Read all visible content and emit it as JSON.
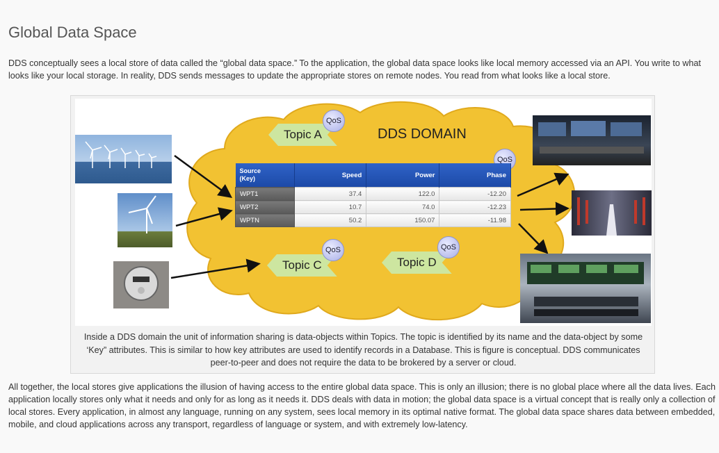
{
  "page": {
    "title": "Global Data Space",
    "intro": "DDS conceptually sees a local store of data called the “global data space.” To the application, the global data space looks like local memory accessed via an API. You write to what looks like your local storage. In reality, DDS sends messages to update the appropriate stores on remote nodes. You read from what looks like a local store.",
    "caption": "Inside a DDS domain the unit of information sharing is data-objects within Topics. The topic is identified by its name and the data-object by some ‘Key” attributes. This is similar to how key attributes are used to identify records in a Database. This is figure is conceptual. DDS communicates peer-to-peer and does not require the data to be brokered by a server or cloud.",
    "closing": "All together, the local stores give applications the illusion of having access to the entire global data space. This is only an illusion; there is no global place where all the data lives. Each application locally stores only what it needs and only for as long as it needs it. DDS deals with data in motion; the global data space is a virtual concept that is really only a collection of local stores. Every application, in almost any language, running on any system, sees local memory in its optimal native format. The global data space shares data between embedded, mobile, and cloud applications across any transport, regardless of language or system, and with extremely low-latency."
  },
  "diagram": {
    "domain_label": "DDS DOMAIN",
    "qos_label": "QoS",
    "topics": [
      "Topic A",
      "Topic C",
      "Topic D"
    ],
    "table": {
      "headers": [
        "Source\n(Key)",
        "Speed",
        "Power",
        "Phase"
      ],
      "header_key_line1": "Source",
      "header_key_line2": "(Key)",
      "rows": [
        {
          "key": "WPT1",
          "speed": "37.4",
          "power": "122.0",
          "phase": "-12.20"
        },
        {
          "key": "WPT2",
          "speed": "10.7",
          "power": "74.0",
          "phase": "-12.23"
        },
        {
          "key": "WPTN",
          "speed": "50.2",
          "power": "150.07",
          "phase": "-11.98"
        }
      ]
    },
    "colors": {
      "cloud": "#f2c232",
      "cloud_edge": "#e0a91c",
      "topic_fill": "#cde6a0",
      "table_header": "#2457b8",
      "arrow": "#111111"
    },
    "sources": [
      "wind-farm-photo",
      "wind-turbine-photo",
      "smart-meter-photo"
    ],
    "sinks": [
      "control-room-photo",
      "data-center-photo",
      "operations-center-photo"
    ]
  }
}
